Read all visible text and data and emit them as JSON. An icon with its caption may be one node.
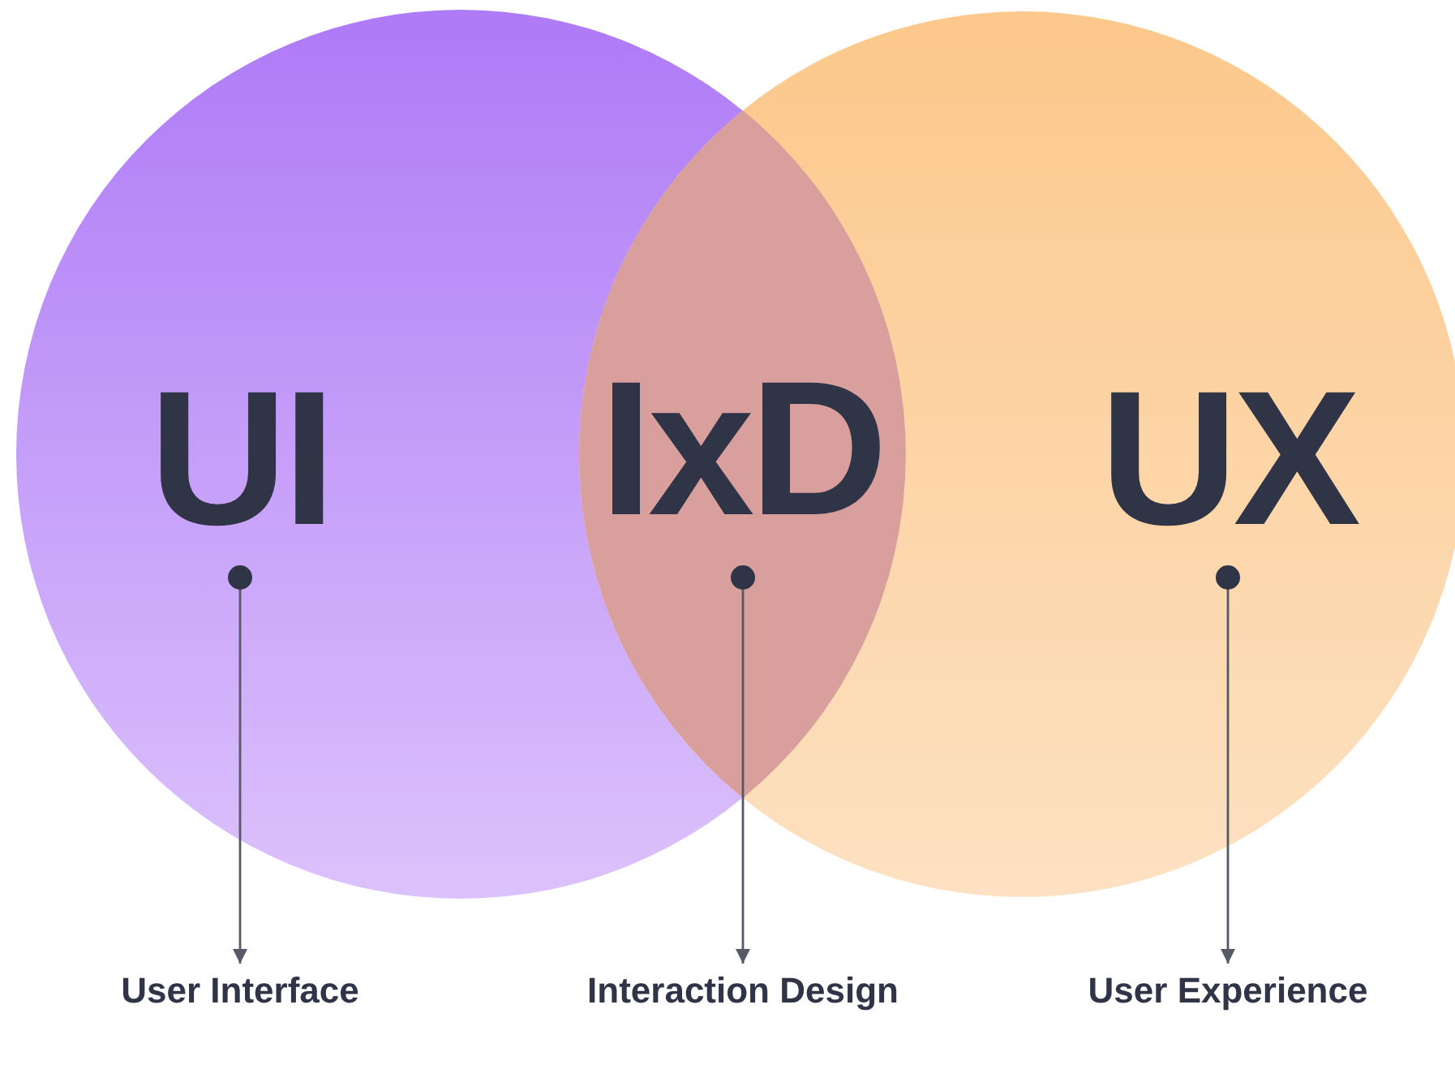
{
  "diagram": {
    "nodes": [
      {
        "text": [
          "UI"
        ]
      },
      {
        "text": [
          "IxD"
        ]
      },
      {
        "text": [
          "UX"
        ]
      },
      {
        "text": [
          "User Interface"
        ]
      },
      {
        "text": [
          "Interaction Design"
        ]
      },
      {
        "text": [
          "User Experience"
        ]
      }
    ],
    "edges": [
      {
        "from": 0,
        "to": 3,
        "arrow": "to"
      },
      {
        "from": 1,
        "to": 4,
        "arrow": "to"
      },
      {
        "from": 2,
        "to": 5,
        "arrow": "to"
      }
    ]
  }
}
